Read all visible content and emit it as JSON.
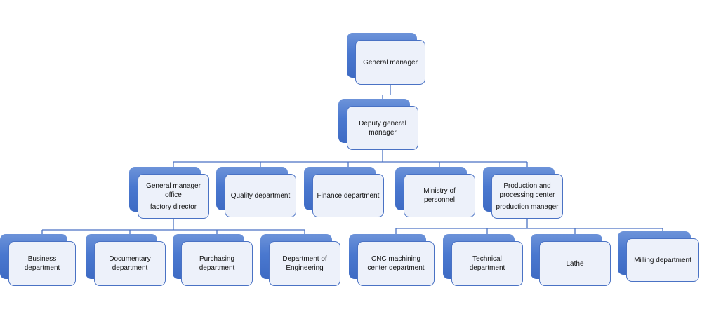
{
  "org_chart": {
    "root": {
      "id": "general-manager",
      "lines": [
        "General manager"
      ],
      "children": [
        {
          "id": "deputy-general-manager",
          "lines": [
            "Deputy general manager"
          ],
          "children": [
            {
              "id": "general-manager-office",
              "lines": [
                "General manager office",
                "factory director"
              ],
              "children": [
                {
                  "id": "business-department",
                  "lines": [
                    "Business department"
                  ]
                },
                {
                  "id": "documentary-department",
                  "lines": [
                    "Documentary department"
                  ]
                },
                {
                  "id": "purchasing-department",
                  "lines": [
                    "Purchasing department"
                  ]
                },
                {
                  "id": "department-of-engineering",
                  "lines": [
                    "Department of Engineering"
                  ]
                }
              ]
            },
            {
              "id": "quality-department",
              "lines": [
                "Quality department"
              ]
            },
            {
              "id": "finance-department",
              "lines": [
                "Finance department"
              ]
            },
            {
              "id": "ministry-of-personnel",
              "lines": [
                "Ministry of personnel"
              ]
            },
            {
              "id": "production-and-processing-center",
              "lines": [
                "Production and processing center",
                "production manager"
              ],
              "children": [
                {
                  "id": "cnc-machining-center-department",
                  "lines": [
                    "CNC machining center department"
                  ]
                },
                {
                  "id": "technical-department",
                  "lines": [
                    "Technical department"
                  ]
                },
                {
                  "id": "lathe",
                  "lines": [
                    "Lathe"
                  ]
                },
                {
                  "id": "milling-department",
                  "lines": [
                    "Milling department"
                  ]
                }
              ]
            }
          ]
        }
      ]
    },
    "colors": {
      "box_fill": "#edf1fa",
      "box_border": "#4a72c4",
      "shadow_blue": "#4a78cf",
      "connector": "#4a72c4"
    }
  }
}
